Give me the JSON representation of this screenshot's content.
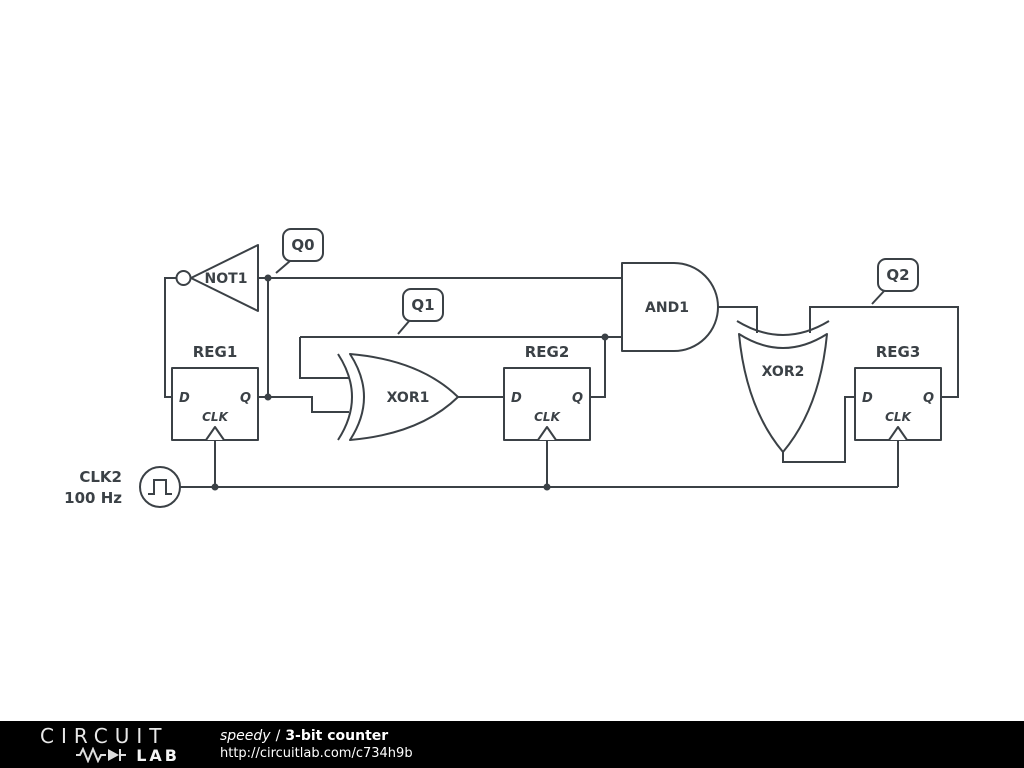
{
  "colors": {
    "wire": "#3b4146",
    "canvas_background": "#ffffff",
    "footer_background": "#000000",
    "footer_text": "#ffffff"
  },
  "diagram": {
    "gates": {
      "not1": "NOT1",
      "and1": "AND1",
      "xor1": "XOR1",
      "xor2": "XOR2"
    },
    "registers": {
      "reg1": {
        "name": "REG1",
        "d": "D",
        "q": "Q",
        "clk": "CLK"
      },
      "reg2": {
        "name": "REG2",
        "d": "D",
        "q": "Q",
        "clk": "CLK"
      },
      "reg3": {
        "name": "REG3",
        "d": "D",
        "q": "Q",
        "clk": "CLK"
      }
    },
    "probes": {
      "q0": "Q0",
      "q1": "Q1",
      "q2": "Q2"
    },
    "clock": {
      "name": "CLK2",
      "frequency": "100 Hz"
    }
  },
  "footer": {
    "logo_top": "CIRCUIT",
    "logo_bottom": "LAB",
    "author": "speedy",
    "separator": "/",
    "title": "3-bit counter",
    "url": "http://circuitlab.com/c734h9b"
  }
}
